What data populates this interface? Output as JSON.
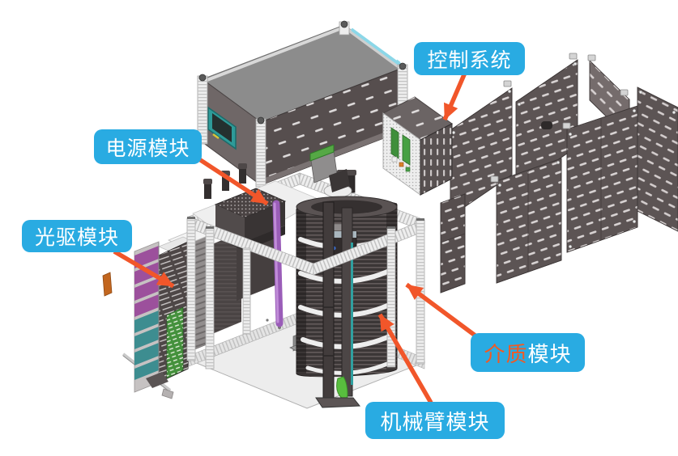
{
  "diagram": {
    "type": "exploded-view-technical-diagram",
    "labels": {
      "control_system": "控制系统",
      "power_module": "电源模块",
      "optical_drive_module": "光驱模块",
      "media_module_part1": "介质",
      "media_module_part2": "模块",
      "robot_arm_module": "机械臂模块"
    },
    "colors": {
      "label_background": "#29ABE2",
      "label_text": "#FFFFFF",
      "arrow": "#F1562A",
      "media_text_accent": "#F15A24",
      "background": "#FFFFFF"
    }
  }
}
